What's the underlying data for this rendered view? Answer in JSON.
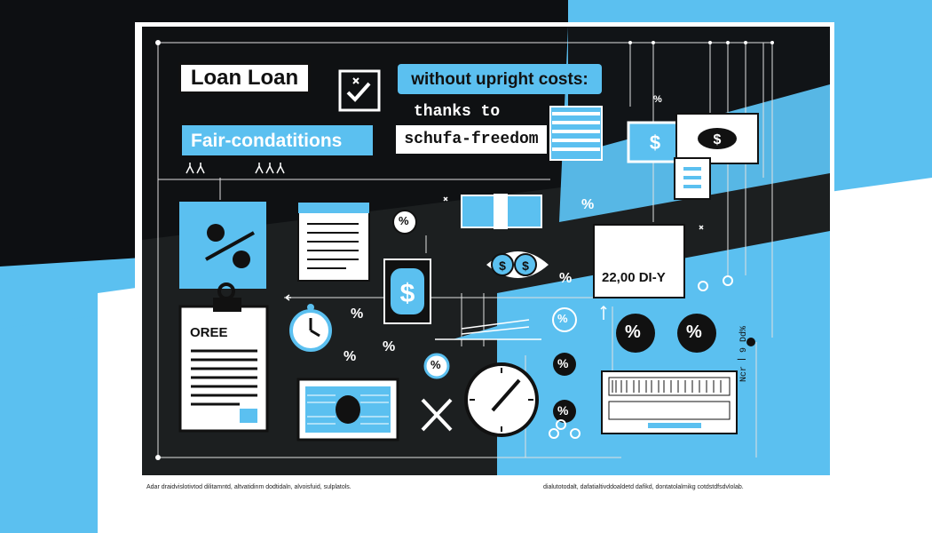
{
  "texts": {
    "loan_title": "Loan Loan",
    "fair_conditions": "Fair-condatitions",
    "without_costs": "without upright costs:",
    "thanks_to": "thanks to",
    "schufa": "schufa-freedom",
    "amount": "22,00 DI-Y",
    "doc_title": "OREE",
    "side_text": "Ncr ꟾ 9 Dd%",
    "footer_left": "Adar draidvislotivtod dilitamntd, altvatidinm dodtidaln, alvoisfuid, sulplatols.",
    "footer_right": "dialutotodalt, dafatialtivddoaldetd dafikd, dontatolalmikg cotdstdfsdvlolab."
  },
  "symbols": {
    "percent": "%",
    "dollar": "$",
    "check": "✓",
    "cross": "✕"
  },
  "colors": {
    "accent": "#5bc0f0",
    "dark": "#1c1f20",
    "black": "#0d0f12",
    "white": "#ffffff"
  },
  "icons": [
    "checkmark-icon",
    "percent-icon",
    "dollar-icon",
    "clock-icon",
    "document-icon",
    "banknote-icon",
    "cross-icon",
    "invoice-icon",
    "pin-icon"
  ]
}
